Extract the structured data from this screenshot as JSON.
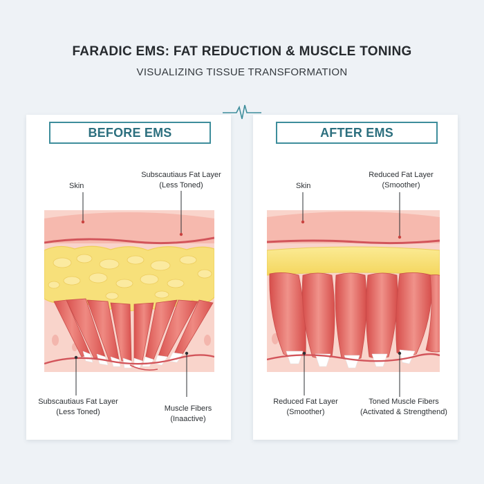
{
  "header": {
    "title": "FARADIC EMS: FAT REDUCTION & MUSCLE TONING",
    "subtitle": "VISUALIZING TISSUE TRANSFORMATION"
  },
  "panels": [
    {
      "title": "BEFORE EMS",
      "labels": {
        "skin": "Skin",
        "top_right_line1": "Subscautiaus Fat Layer",
        "top_right_line2": "(Less Toned)",
        "bottom_left_line1": "Subscautiaus Fat Layer",
        "bottom_left_line2": "(Less Toned)",
        "bottom_right_line1": "Muscle Fibers",
        "bottom_right_line2": "(Inaactive)"
      }
    },
    {
      "title": "AFTER EMS",
      "labels": {
        "skin": "Skin",
        "top_right_line1": "Reduced Fat Layer",
        "top_right_line2": "(Smoother)",
        "bottom_left_line1": "Reduced Fat Layer",
        "bottom_left_line2": "(Smoother)",
        "bottom_right_line1": "Toned Muscle Fibers",
        "bottom_right_line2": "(Activated & Strengthend)"
      }
    }
  ],
  "colors": {
    "accent": "#3d8d9b",
    "skin": "#f6c6bc",
    "fat": "#f7e37c",
    "muscle": "#e46a64",
    "vessel": "#d2545a"
  }
}
